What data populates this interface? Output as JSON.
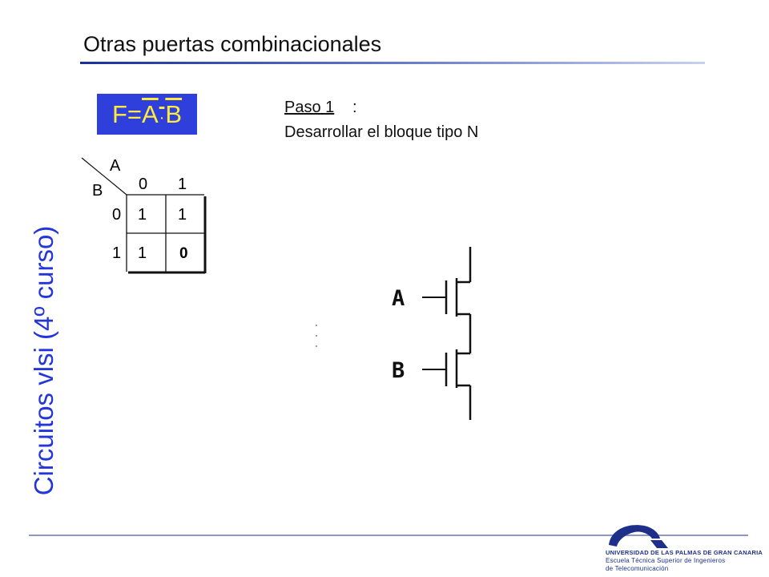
{
  "slide": {
    "title": "Otras puertas combinacionales",
    "side_title": "Circuitos vlsi (4º curso)"
  },
  "formula": {
    "prefix": "F=",
    "overline_a": "A",
    "dot": "·",
    "overline_b": "B",
    "box_color": "#2f3fdc",
    "text_color": "#ffeb3b"
  },
  "step": {
    "label": "Paso 1",
    "colon": ":",
    "description": "Desarrollar el bloque tipo N"
  },
  "kmap": {
    "var_a": "A",
    "var_b": "B",
    "col_headers": [
      "0",
      "1"
    ],
    "row_headers": [
      "0",
      "1"
    ],
    "cells": [
      [
        "1",
        "1"
      ],
      [
        "1",
        "0"
      ]
    ],
    "highlight_color": "#e8321a"
  },
  "circuit": {
    "gate_a_label": "A",
    "gate_b_label": "B"
  },
  "logo": {
    "line1": "UNIVERSIDAD DE LAS PALMAS DE GRAN CANARIA",
    "line2": "Escuela Técnica Superior de Ingenieros",
    "line3": "de Telecomunicación",
    "color": "#1e2f8a"
  }
}
